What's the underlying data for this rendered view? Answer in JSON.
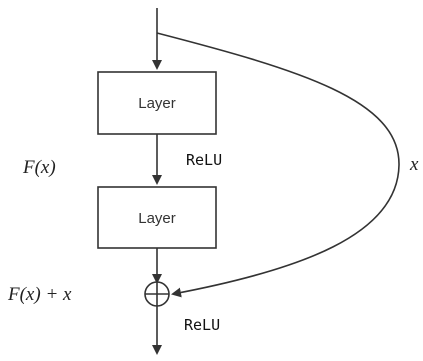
{
  "blocks": {
    "layer_top": "Layer",
    "layer_bottom": "Layer"
  },
  "labels": {
    "residual_function": "F(x)",
    "identity": "x",
    "output_sum": "F(x) + x",
    "activation_mid": "ReLU",
    "activation_out": "ReLU"
  },
  "colors": {
    "stroke": "#333333",
    "text": "#333333"
  }
}
